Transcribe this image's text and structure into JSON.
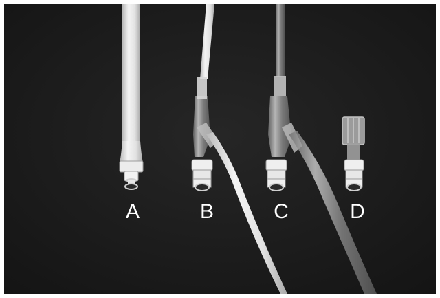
{
  "labels": {
    "a": "A",
    "b": "B",
    "c": "C",
    "d": "D"
  },
  "colors": {
    "background": "#1b1b1b",
    "border": "#ffffff",
    "tube_white": "#e9e9e9",
    "tube_clear": "#9a9a9a",
    "label_text": "#ffffff"
  }
}
